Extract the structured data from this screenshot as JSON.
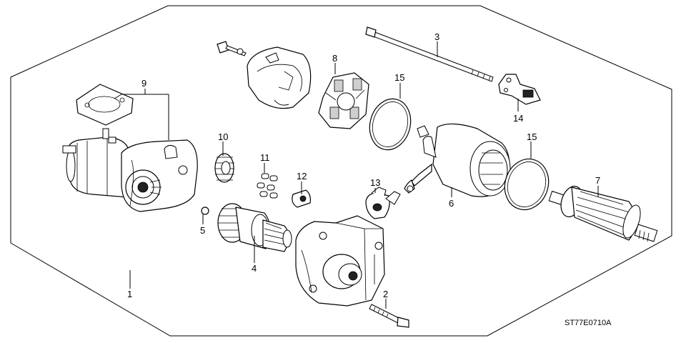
{
  "diagram": {
    "drawing_code": "ST77E0710A",
    "callouts": {
      "c1": "1",
      "c2": "2",
      "c3": "3",
      "c4": "4",
      "c5": "5",
      "c6": "6",
      "c7": "7",
      "c8": "8",
      "c9": "9",
      "c10": "10",
      "c11": "11",
      "c12": "12",
      "c13": "13",
      "c14": "14",
      "c15a": "15",
      "c15b": "15"
    }
  }
}
